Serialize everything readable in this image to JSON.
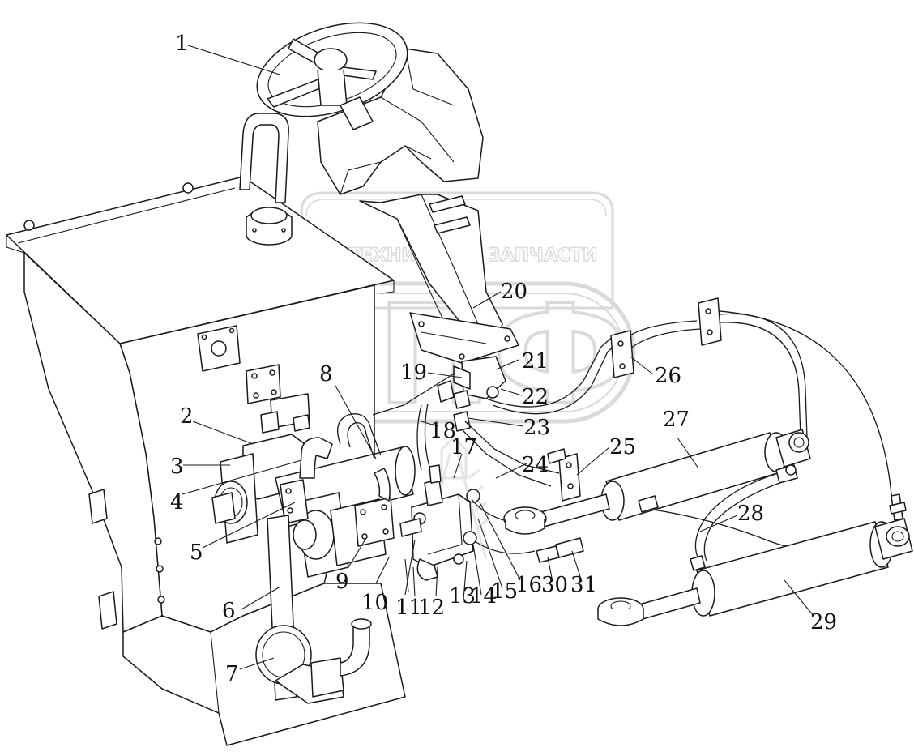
{
  "watermark": {
    "text_left": "ТЕХНИКА",
    "text_right": "ЗАПЧАСТИ",
    "logo": "ЭПФ",
    "gear": "gear-icon",
    "color": "#bdbdbd"
  },
  "callouts": [
    "1",
    "2",
    "3",
    "4",
    "5",
    "6",
    "7",
    "8",
    "9",
    "10",
    "11",
    "12",
    "13",
    "14",
    "15",
    "16",
    "17",
    "18",
    "19",
    "20",
    "21",
    "22",
    "23",
    "24",
    "25",
    "26",
    "27",
    "28",
    "29",
    "30",
    "31"
  ],
  "colors": {
    "line": "#1a1a1a",
    "background": "#ffffff"
  }
}
